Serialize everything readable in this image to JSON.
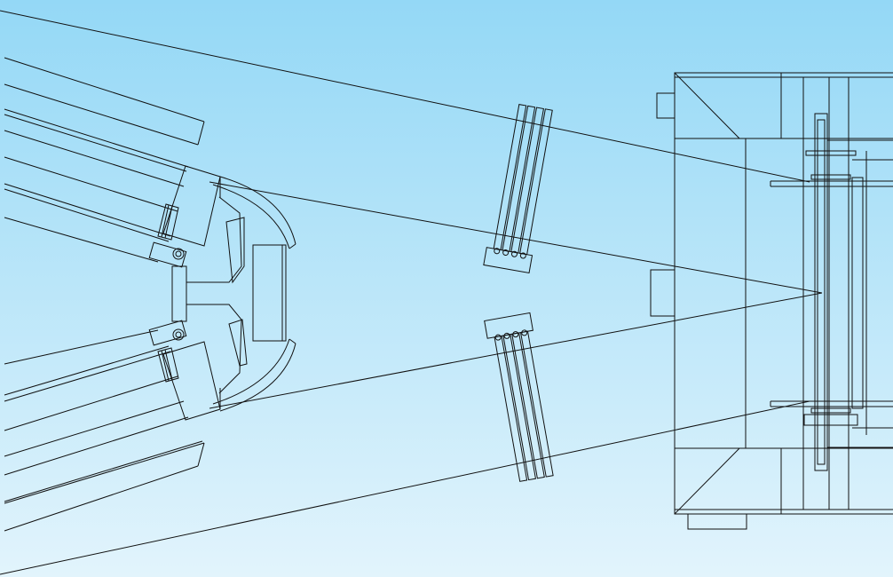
{
  "background": {
    "top_color": "#94d8f6",
    "bottom_color": "#e2f4fc"
  },
  "line_color": "#111111",
  "components": {
    "left_assembly": "lens-housing",
    "center_top": "grating-element",
    "center_bottom": "grating-element",
    "right_assembly": "detector-housing"
  }
}
